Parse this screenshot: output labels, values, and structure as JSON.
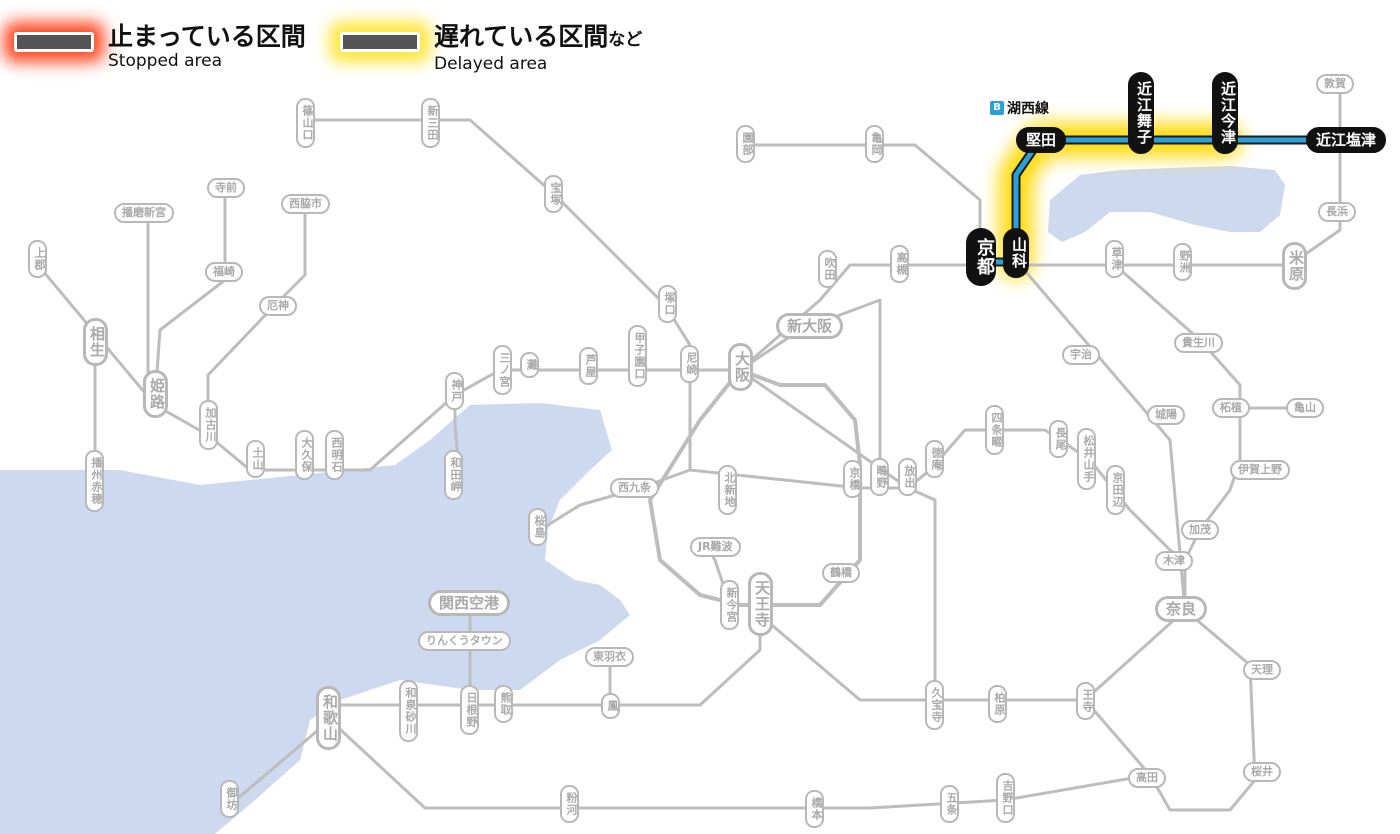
{
  "legend": {
    "stopped": {
      "label": "止まっている区間",
      "en": "Stopped area",
      "color": "#ff3c14"
    },
    "delayed": {
      "label": "遅れている区間",
      "suffix": "など",
      "en": "Delayed area",
      "color": "#ffe428"
    }
  },
  "line": {
    "badge": "B",
    "name": "湖西線",
    "color": "#2aa0d8"
  },
  "stations": {
    "sasayamaguchi": "篠山口",
    "shinsanda": "新三田",
    "sonobe": "園部",
    "kameoka": "亀岡",
    "takarazuka": "宝塚",
    "teramae": "寺前",
    "harimashinmiya": "播磨新宮",
    "nishiwakishi": "西脇市",
    "kamigori": "上郡",
    "fukusaki": "福崎",
    "yakujin": "厄神",
    "aioi": "相生",
    "himeji": "姫路",
    "kakogawa": "加古川",
    "dobashi": "土山",
    "okubo": "大久保",
    "nishiakashi": "西明石",
    "banshuako": "播州赤穂",
    "kobe": "神戸",
    "wadamisaki": "和田岬",
    "sannomiya": "三ノ宮",
    "nada": "灘",
    "ashiya": "芦屋",
    "koshienguchi": "甲子園口",
    "amagasaki": "尼崎",
    "tsukaguchi": "塚口",
    "osaka": "大阪",
    "shinosaka": "新大阪",
    "suita": "吹田",
    "takatsuki": "高槻",
    "kyoto": "京都",
    "yamashina": "山科",
    "katata": "堅田",
    "omimaiko": "近江舞子",
    "omiimazu": "近江今津",
    "omishiotsu": "近江塩津",
    "tsuruga": "敦賀",
    "nagahama": "長浜",
    "maibara": "米原",
    "kusatsu": "草津",
    "yasu": "野洲",
    "uji": "宇治",
    "kibukawa": "貴生川",
    "jyoyo": "城陽",
    "tsuge": "柘植",
    "kameyama": "亀山",
    "igaueno": "伊賀上野",
    "kamo": "加茂",
    "kizu": "木津",
    "nara": "奈良",
    "tenri": "天理",
    "sakurai": "桜井",
    "takada": "高田",
    "oji": "王寺",
    "kashiwara": "柏原",
    "kyuhoji": "久宝寺",
    "hanaten": "放出",
    "shigino": "鴫野",
    "kyobashi": "京橋",
    "tsurumibashi": "鶴橋",
    "kitashinchi": "北新地",
    "nishikujo": "西九条",
    "sakurajima": "桜島",
    "jrnamba": "JR難波",
    "shinimamiya": "新今宮",
    "tennoji": "天王寺",
    "tokuan": "徳庵",
    "shijonawate": "四条畷",
    "nagao": "長尾",
    "matsuiyamate": "松井山手",
    "kyotanabe": "京田辺",
    "kansaiairport": "関西空港",
    "rinkutown": "りんくうタウン",
    "higashihagoromo": "東羽衣",
    "otori": "鳳",
    "hineno": "日根野",
    "kumatori": "熊取",
    "izumisunagawa": "和泉砂川",
    "wakayama": "和歌山",
    "gobo": "御坊",
    "kokawa": "粉河",
    "hashimoto": "橋本",
    "gojo": "五条",
    "yoshinoguchi": "吉野口"
  }
}
